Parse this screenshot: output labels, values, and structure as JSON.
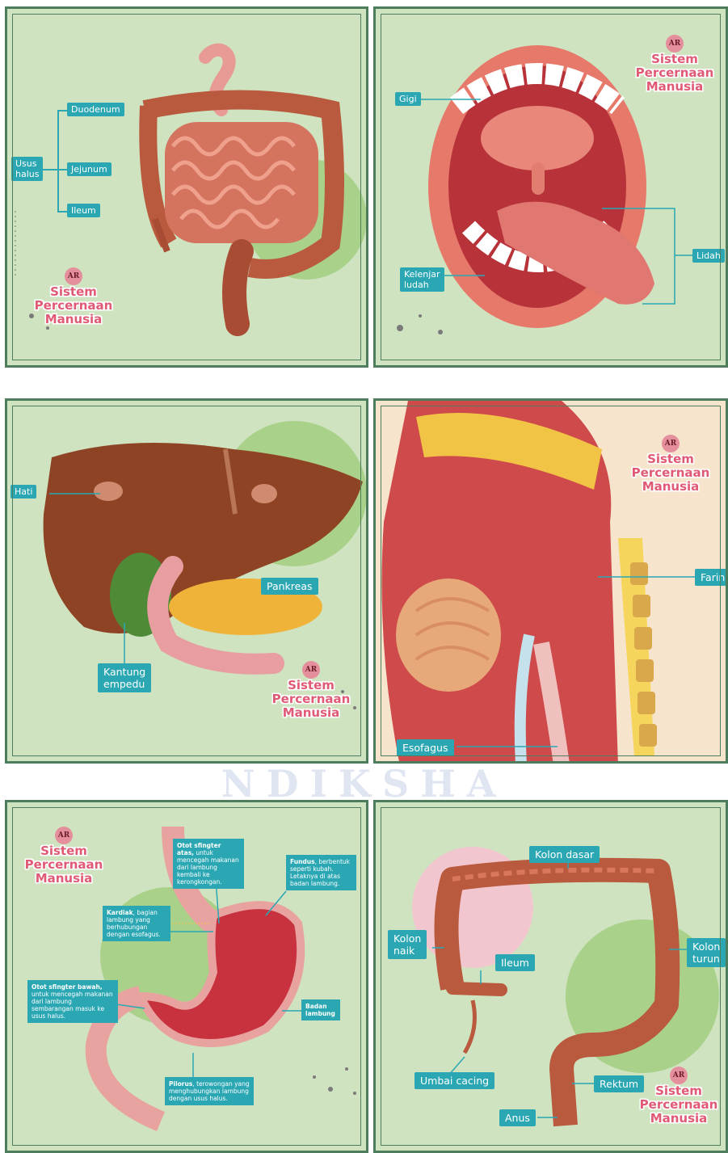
{
  "brand": {
    "mark": "AR",
    "title_lines": [
      "Sistem",
      "Percernaan",
      "Manusia"
    ]
  },
  "watermark": [
    "",
    "NDIKSHA"
  ],
  "colors": {
    "panel_bg": "#cfe3c0",
    "border": "#4d7d5d",
    "label_bg": "#2aa7b3",
    "title_pink": "#e05a75"
  },
  "panels": {
    "intestine": {
      "labels": {
        "group": "Usus\nhalus",
        "duodenum": "Duodenum",
        "jejunum": "Jejunum",
        "ileum": "Ileum"
      }
    },
    "mouth": {
      "labels": {
        "teeth": "Gigi",
        "saliva": "Kelenjar\nludah",
        "tongue": "Lidah"
      }
    },
    "liver": {
      "labels": {
        "liver": "Hati",
        "pancreas": "Pankreas",
        "gallbladder": "Kantung\nempedu"
      }
    },
    "throat": {
      "labels": {
        "pharynx": "Faring",
        "esophagus": "Esofagus"
      }
    },
    "stomach": {
      "notes": {
        "upper_sphincter": {
          "term": "Otot sfingter atas,",
          "desc": " untuk mencegah makanan dari lambung kembali ke kerongkongan."
        },
        "fundus": {
          "term": "Fundus",
          "desc": ", berbentuk seperti kubah. Letaknya di atas badan lambung."
        },
        "cardia": {
          "term": "Kardiak",
          "desc": ", bagian lambung yang berhubungan dengan esofagus."
        },
        "lower_sphincter": {
          "term": "Otot sfingter bawah,",
          "desc": " untuk mencegah makanan dari lambung sembarangan masuk ke usus halus."
        },
        "body": {
          "term": "Badan lambung",
          "desc": ""
        },
        "pylorus": {
          "term": "Pilorus",
          "desc": ", terowongan yang menghubungkan lambung dengan usus halus."
        }
      }
    },
    "colon": {
      "labels": {
        "transverse": "Kolon dasar",
        "ascending": "Kolon\nnaik",
        "descending": "Kolon\nturun",
        "ileum": "Ileum",
        "appendix": "Umbai cacing",
        "rectum": "Rektum",
        "anus": "Anus"
      }
    }
  }
}
